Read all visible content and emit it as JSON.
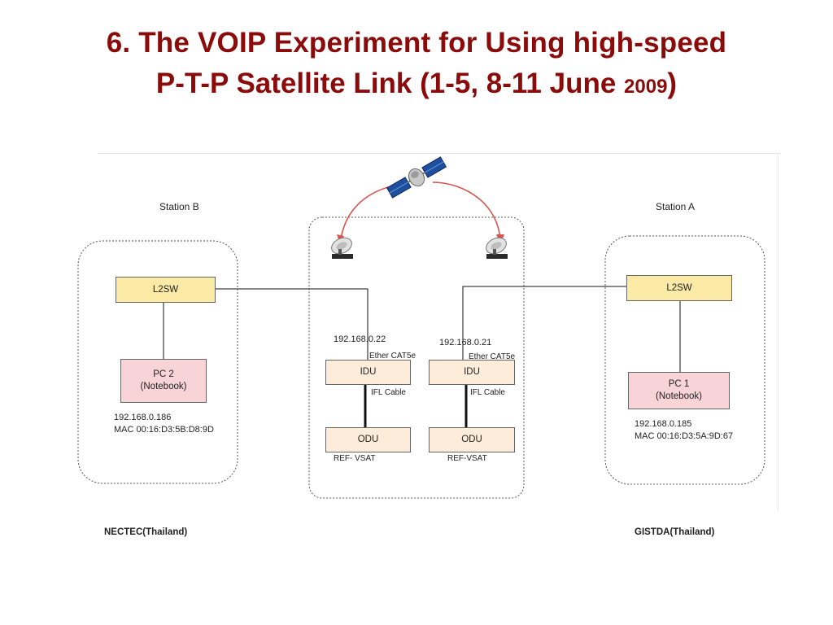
{
  "title": {
    "line1": "6. The VOIP Experiment for Using high-speed",
    "line2_main": "P-T-P Satellite Link  (1-5, 8-11 June ",
    "line2_year": "2009",
    "line2_close": ")"
  },
  "diagram": {
    "station_b": {
      "label": "Station B",
      "switch": "L2SW",
      "pc_name": "PC 2",
      "pc_type": "(Notebook)",
      "ip": "192.168.0.186",
      "mac": "MAC  00:16:D3:5B:D8:9D",
      "org": "NECTEC(Thailand)"
    },
    "station_a": {
      "label": "Station A",
      "switch": "L2SW",
      "pc_name": "PC 1",
      "pc_type": "(Notebook)",
      "ip": "192.168.0.185",
      "mac": "MAC 00:16:D3:5A:9D:67",
      "org": "GISTDA(Thailand)"
    },
    "vsat_left": {
      "ip": "192.168.0.22",
      "ether": "Ether CAT5e",
      "idu": "IDU",
      "ifl": "IFL Cable",
      "odu": "ODU",
      "ref": "REF- VSAT"
    },
    "vsat_right": {
      "ip": "192.168.0.21",
      "ether": "Ether CAT5e",
      "idu": "IDU",
      "ifl": "IFL Cable",
      "odu": "ODU",
      "ref": "REF-VSAT"
    },
    "colors": {
      "title": "#8b0a0a",
      "switch_fill": "#fbe9a6",
      "pc_fill": "#f8d3d8",
      "unit_fill": "#fdecd9",
      "arc": "#d9534f"
    },
    "icons": [
      "satellite-icon",
      "satellite-dish-icon"
    ]
  }
}
